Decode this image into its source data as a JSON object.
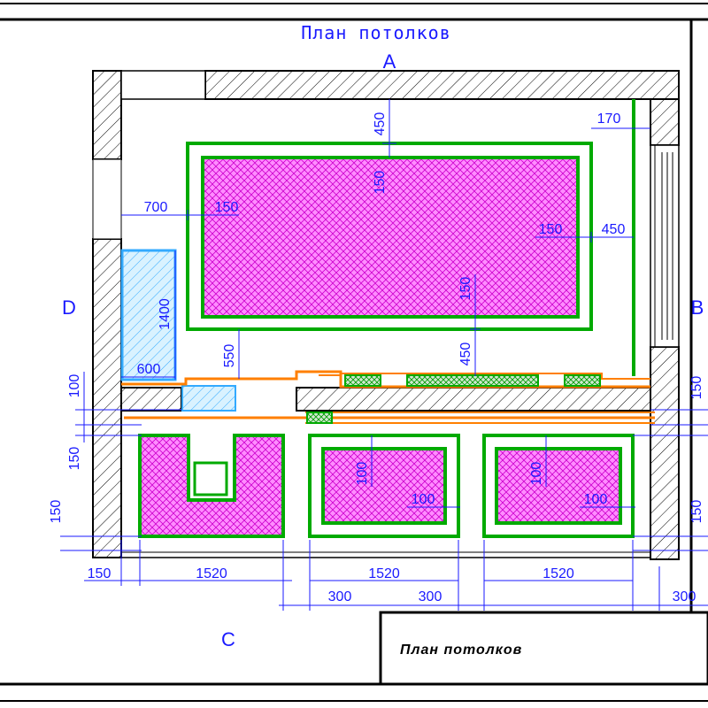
{
  "title": "План потолков",
  "stamp_title": "План потолков",
  "side_labels": {
    "a": "A",
    "b": "B",
    "c": "C",
    "d": "D"
  },
  "dimensions": {
    "d450_top": "450",
    "d150_top": "150",
    "d170": "170",
    "d700": "700",
    "d150_left": "150",
    "d150_right": "150",
    "d450_right": "450",
    "d150_mid": "150",
    "d450_mid": "450",
    "d1400": "1400",
    "d550": "550",
    "d600": "600",
    "d100_left": "100",
    "d150_left_low": "150",
    "d150_left_bottom": "150",
    "d150_right_edge": "150",
    "d150_right_edge_low": "150",
    "d100_box2_v": "100",
    "d100_box2_h": "100",
    "d100_box3_v": "100",
    "d100_box3_h": "100",
    "bottom_150": "150",
    "bottom_1520_a": "1520",
    "bottom_1520_b": "1520",
    "bottom_1520_c": "1520",
    "bottom_300_a": "300",
    "bottom_300_b": "300",
    "bottom_300_c": "300"
  },
  "colors": {
    "dimension": "#1a1aff",
    "green_outline": "#00aa00",
    "magenta_fill": "#ff66ff",
    "orange_line": "#ff7f00",
    "cyan_box": "#33aaff"
  }
}
